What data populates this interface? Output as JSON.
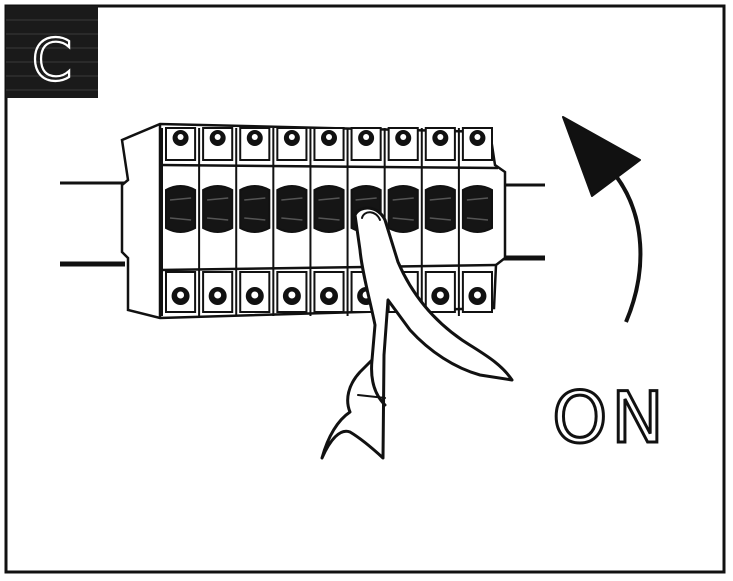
{
  "step_badge": {
    "letter": "C"
  },
  "direction_label": "ON",
  "breaker_panel": {
    "module_count": 9
  },
  "colors": {
    "ink": "#111111",
    "paper": "#ffffff",
    "badge": "#1a1a1a"
  },
  "icons": {
    "arrow": "curved-arrow-up-icon",
    "hand": "hand-pressing-icon"
  }
}
